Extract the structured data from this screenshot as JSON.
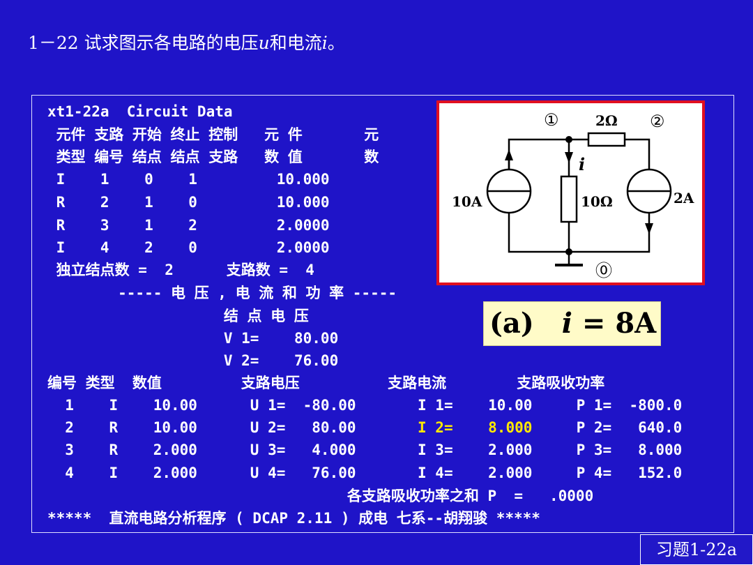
{
  "title": {
    "prefix": "1－22 试求图示各电路的电压",
    "u": "u",
    "mid": "和电流",
    "i": "i",
    "suffix": "。"
  },
  "listing": {
    "header": "xt1-22a  Circuit Data",
    "col_head1": " 元件 支路 开始 终止 控制   元 件       元",
    "col_head2": " 类型 编号 结点 结点 支路   数 值       数",
    "rows": [
      " I    1    0    1         10.000",
      " R    2    1    0         10.000",
      " R    3    1    2         2.0000",
      " I    4    2    0         2.0000"
    ],
    "counts": " 独立结点数 =  2      支路数 =  4",
    "section": "        ----- 电 压 , 电 流 和 功 率 -----",
    "node_head": "                    结 点 电 压",
    "node_v1": "                    V 1=    80.00",
    "node_v2": "                    V 2=    76.00",
    "table_head": "编号 类型  数值         支路电压          支路电流        支路吸收功率",
    "table_rows": [
      {
        "pre": "  1    I    10.00      U 1=  -80.00       ",
        "cur": "I 1=    10.00",
        "post": "     P 1=  -800.0",
        "hl": false
      },
      {
        "pre": "  2    R    10.00      U 2=   80.00       ",
        "cur": "I 2=    8.000",
        "post": "     P 2=   640.0",
        "hl": true
      },
      {
        "pre": "  3    R    2.000      U 3=   4.000       ",
        "cur": "I 3=    2.000",
        "post": "     P 3=   8.000",
        "hl": false
      },
      {
        "pre": "  4    I    2.000      U 4=   76.00       ",
        "cur": "I 4=    2.000",
        "post": "     P 4=   152.0",
        "hl": false
      }
    ],
    "sum_line": "                                  各支路吸收功率之和 P  =   .0000",
    "footer": "*****  直流电路分析程序 ( DCAP 2.11 ) 成电 七系--胡翔骏 *****"
  },
  "circuit": {
    "node1": "①",
    "node2": "②",
    "node0": "⓪",
    "r_top": "2Ω",
    "r_mid": "10Ω",
    "src_left": "10A",
    "src_right": "2A",
    "current": "i"
  },
  "answer": {
    "label": "(a)",
    "var": "i",
    "eq": " = 8A"
  },
  "tag": "习题1-22a"
}
